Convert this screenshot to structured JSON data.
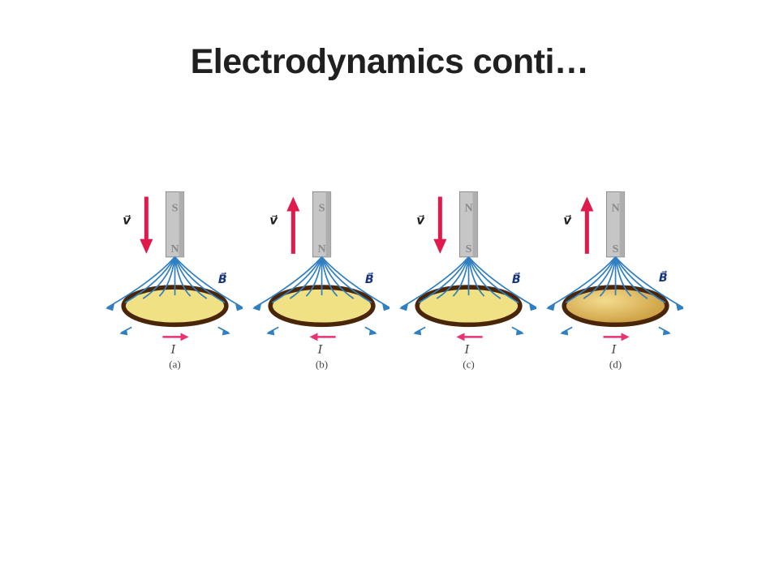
{
  "slide": {
    "title": "Electrodynamics conti…"
  },
  "colors": {
    "title_color": "#202020",
    "arrow_red": "#e01b4c",
    "current_pink": "#e8336e",
    "field_blue": "#2f7fc1",
    "loop_fill": "#f0e184",
    "loop_rim": "#4a2508",
    "magnet_gray": "#c6c6c6",
    "pole_gray": "#8a8a8a",
    "b_label_blue": "#16357d"
  },
  "figure": {
    "description_labels": {
      "velocity": "v⃗",
      "field": "B⃗",
      "current": "I"
    },
    "panels": [
      {
        "caption": "(a)",
        "top_pole": "S",
        "bottom_pole": "N",
        "v_label": "v⃗",
        "v_direction": "down",
        "b_label": "B⃗",
        "i_label": "I",
        "i_direction": "right",
        "loop_style": "flat"
      },
      {
        "caption": "(b)",
        "top_pole": "S",
        "bottom_pole": "N",
        "v_label": "v⃗",
        "v_direction": "up",
        "b_label": "B⃗",
        "i_label": "I",
        "i_direction": "left",
        "loop_style": "flat"
      },
      {
        "caption": "(c)",
        "top_pole": "N",
        "bottom_pole": "S",
        "v_label": "v⃗",
        "v_direction": "down",
        "b_label": "B⃗",
        "i_label": "I",
        "i_direction": "left",
        "loop_style": "flat"
      },
      {
        "caption": "(d)",
        "top_pole": "N",
        "bottom_pole": "S",
        "v_label": "v⃗",
        "v_direction": "up",
        "b_label": "B⃗",
        "i_label": "I",
        "i_direction": "right",
        "loop_style": "shaded"
      }
    ]
  }
}
